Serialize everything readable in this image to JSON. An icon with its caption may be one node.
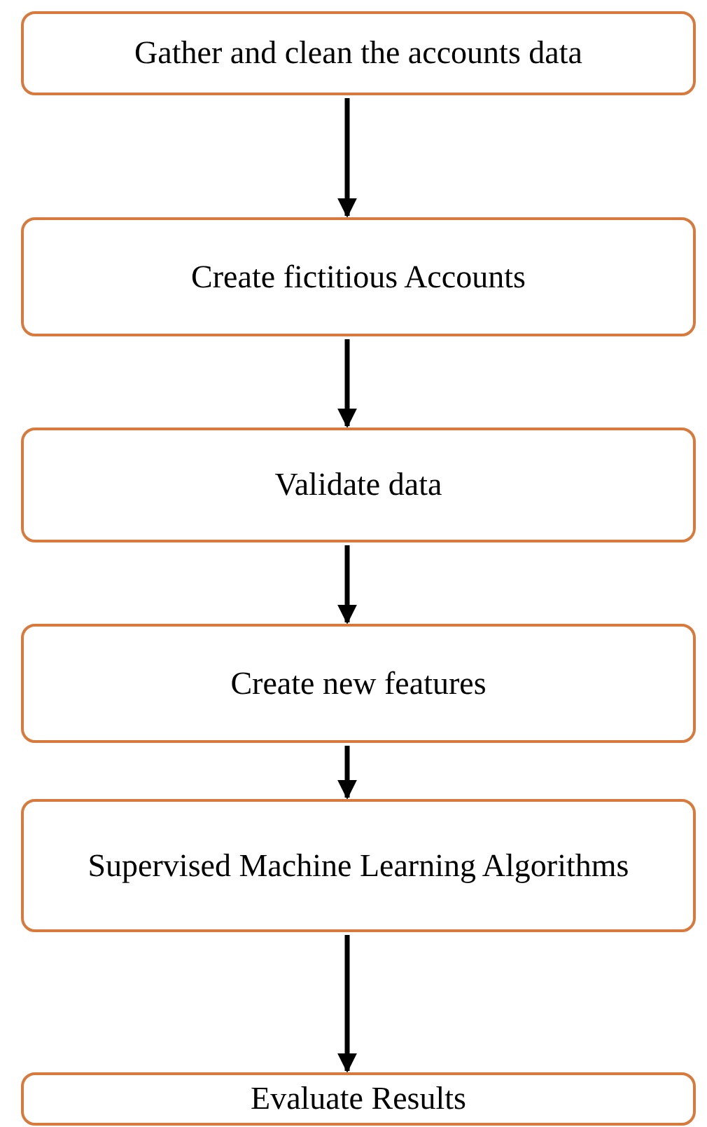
{
  "diagram": {
    "nodes": [
      {
        "text": [
          "Gather and clean the accounts data"
        ]
      },
      {
        "text": [
          "Create fictitious Accounts"
        ]
      },
      {
        "text": [
          "Validate data"
        ]
      },
      {
        "text": [
          "Create new features"
        ]
      },
      {
        "text": [
          "Supervised Machine Learning Algorithms"
        ]
      },
      {
        "text": [
          "Evaluate Results"
        ]
      }
    ],
    "edges": [
      {
        "from": 0,
        "to": 1,
        "arrow": "to"
      },
      {
        "from": 1,
        "to": 2,
        "arrow": "to"
      },
      {
        "from": 2,
        "to": 3,
        "arrow": "to"
      },
      {
        "from": 3,
        "to": 4,
        "arrow": "to"
      },
      {
        "from": 4,
        "to": 5,
        "arrow": "to"
      }
    ]
  }
}
